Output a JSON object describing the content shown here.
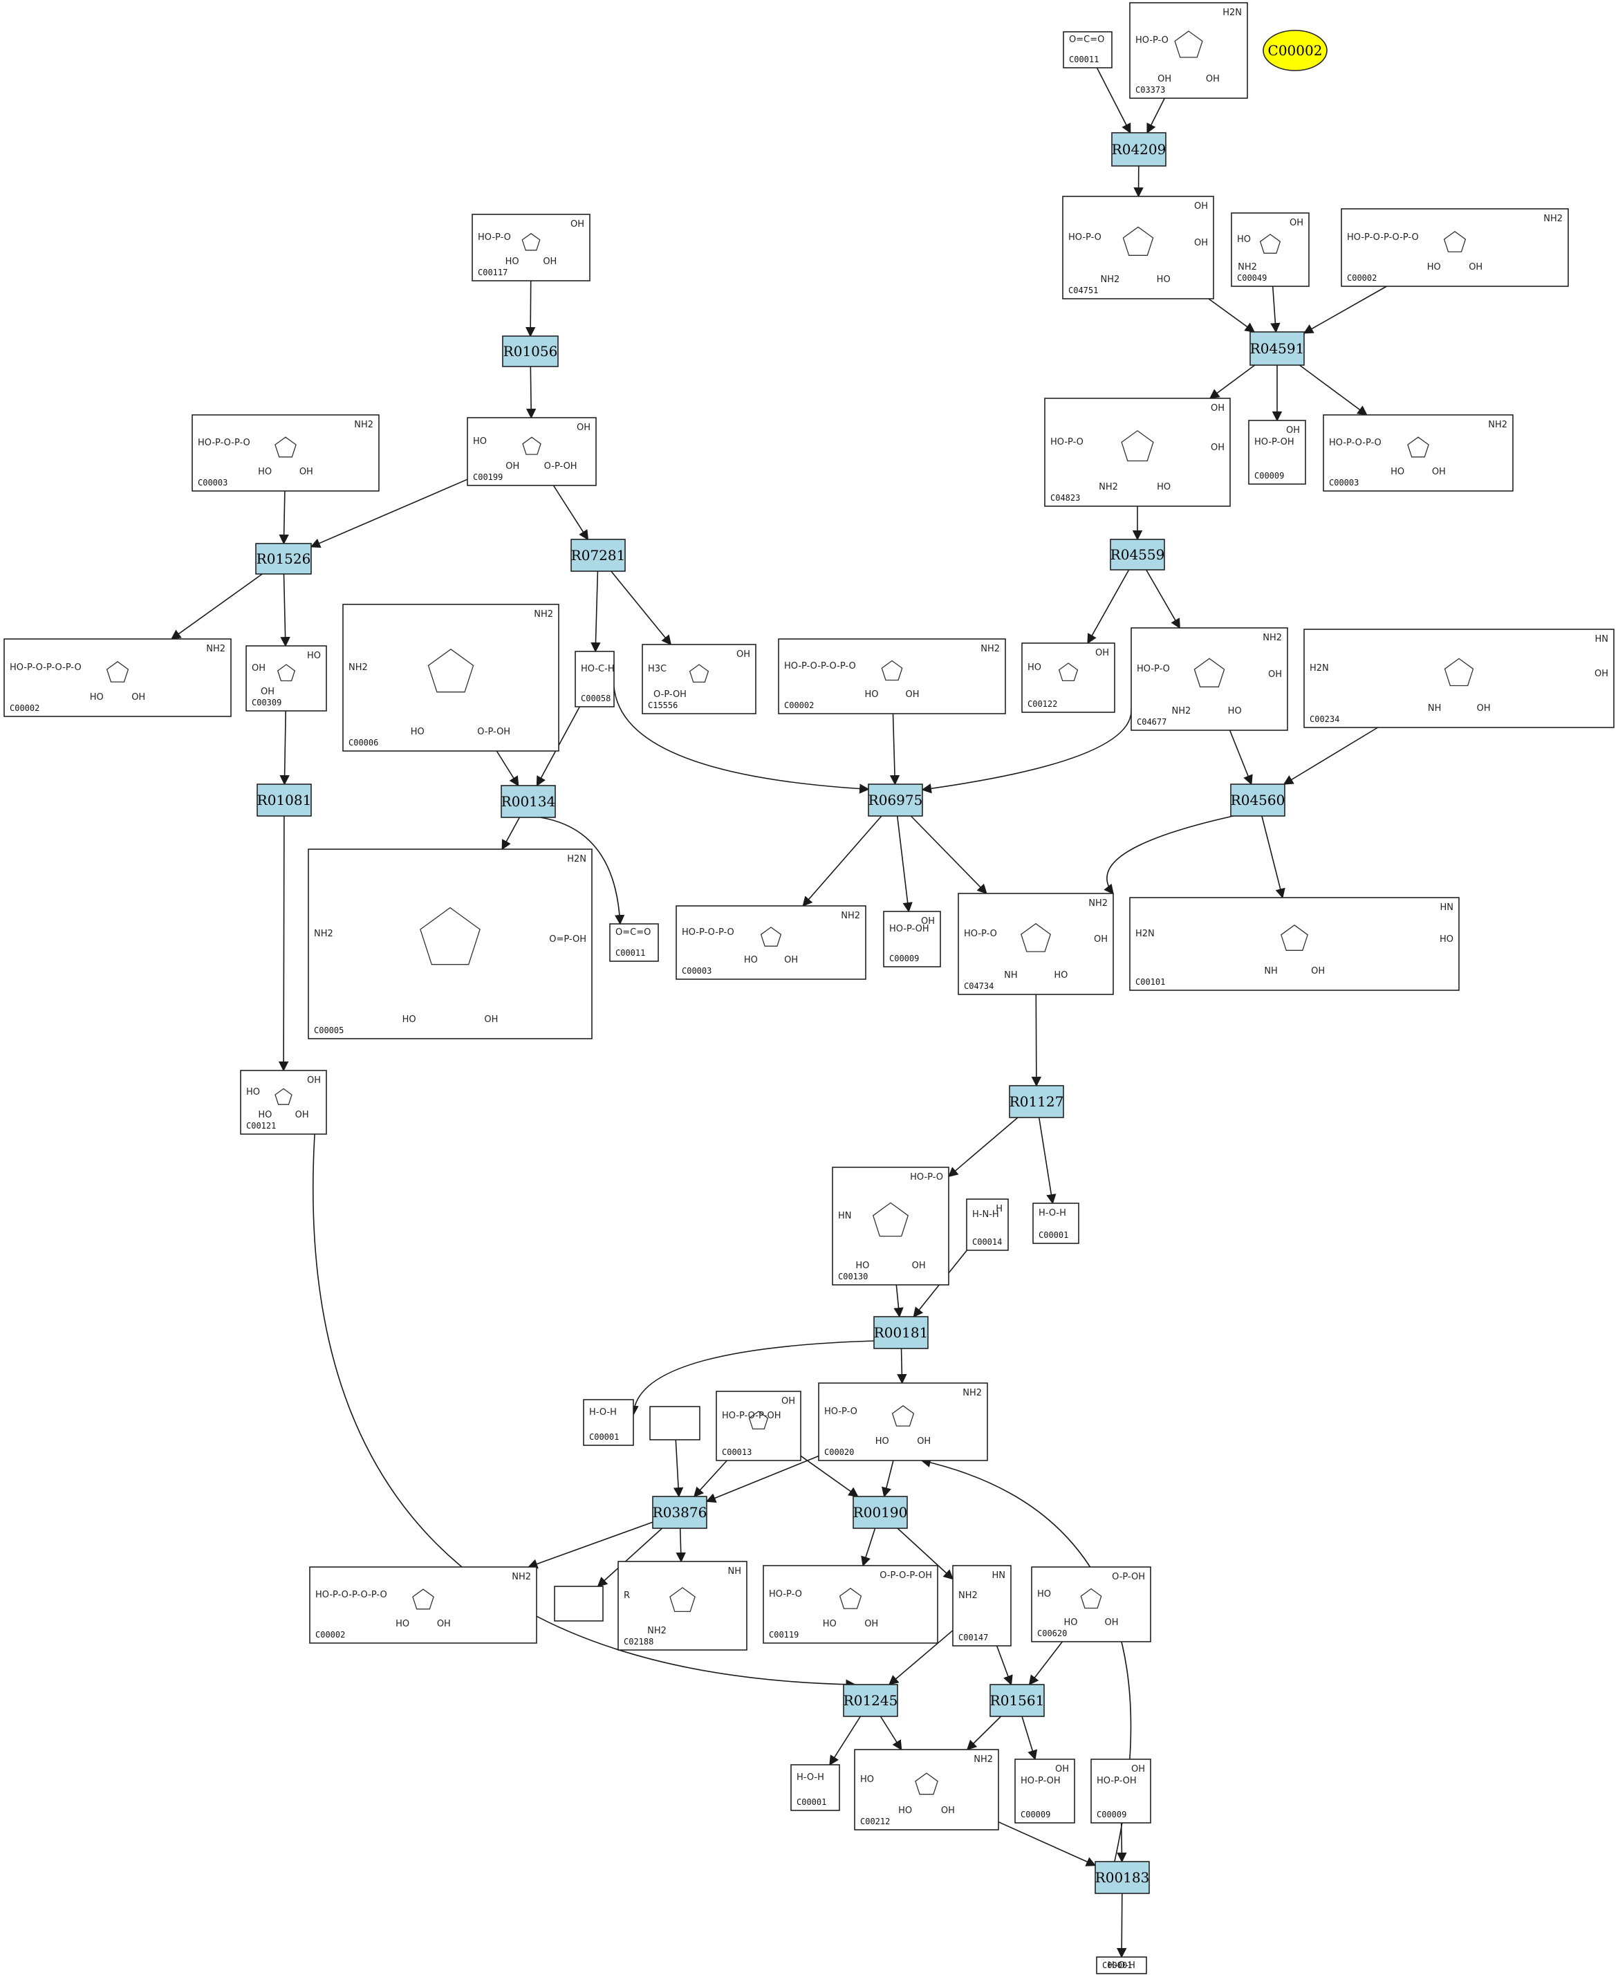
{
  "colors": {
    "reaction_fill": "#add8e6",
    "highlight_fill": "#ffff00",
    "edge": "#1a1a1a",
    "box_border": "#222222"
  },
  "highlight_compound": {
    "label": "C00002"
  },
  "reactions": [
    {
      "id": "R04209",
      "label": "R04209"
    },
    {
      "id": "R01056",
      "label": "R01056"
    },
    {
      "id": "R04591",
      "label": "R04591"
    },
    {
      "id": "R01526",
      "label": "R01526"
    },
    {
      "id": "R07281",
      "label": "R07281"
    },
    {
      "id": "R04559",
      "label": "R04559"
    },
    {
      "id": "R01081",
      "label": "R01081"
    },
    {
      "id": "R00134",
      "label": "R00134"
    },
    {
      "id": "R06975",
      "label": "R06975"
    },
    {
      "id": "R04560",
      "label": "R04560"
    },
    {
      "id": "R01127",
      "label": "R01127"
    },
    {
      "id": "R00181",
      "label": "R00181"
    },
    {
      "id": "R03876",
      "label": "R03876"
    },
    {
      "id": "R00190",
      "label": "R00190"
    },
    {
      "id": "R01245",
      "label": "R01245"
    },
    {
      "id": "R01561",
      "label": "R01561"
    },
    {
      "id": "R00183",
      "label": "R00183"
    }
  ],
  "compounds": [
    {
      "id": "n_c00011_top",
      "label": "C00011",
      "structure": [
        "O=C=O"
      ]
    },
    {
      "id": "n_c03373",
      "label": "C03373",
      "structure": [
        "HO-P-O",
        "H2N",
        "OH",
        "OH"
      ]
    },
    {
      "id": "n_c00117",
      "label": "C00117",
      "structure": [
        "HO-P-O",
        "OH",
        "HO",
        "OH"
      ]
    },
    {
      "id": "n_c04751",
      "label": "C04751",
      "structure": [
        "HO-P-O",
        "OH",
        "NH2",
        "HO",
        "OH"
      ]
    },
    {
      "id": "n_c00049",
      "label": "C00049",
      "structure": [
        "HO",
        "OH",
        "NH2"
      ]
    },
    {
      "id": "n_c00002_top",
      "label": "C00002",
      "structure": [
        "HO-P-O-P-O-P-O",
        "NH2",
        "HO",
        "OH"
      ]
    },
    {
      "id": "n_c00003_left",
      "label": "C00003",
      "structure": [
        "HO-P-O-P-O",
        "NH2",
        "HO",
        "OH"
      ]
    },
    {
      "id": "n_c00199",
      "label": "C00199",
      "structure": [
        "HO",
        "OH",
        "OH",
        "O-P-OH"
      ]
    },
    {
      "id": "n_c04823",
      "label": "C04823",
      "structure": [
        "HO-P-O",
        "OH",
        "NH2",
        "HO",
        "OH"
      ]
    },
    {
      "id": "n_c00009_a",
      "label": "C00009",
      "structure": [
        "HO-P-OH",
        "OH"
      ]
    },
    {
      "id": "n_c00003_right",
      "label": "C00003",
      "structure": [
        "HO-P-O-P-O",
        "NH2",
        "HO",
        "OH"
      ]
    },
    {
      "id": "n_c00002_left",
      "label": "C00002",
      "structure": [
        "HO-P-O-P-O-P-O",
        "NH2",
        "HO",
        "OH"
      ]
    },
    {
      "id": "n_c00309",
      "label": "C00309",
      "structure": [
        "OH",
        "HO",
        "OH"
      ]
    },
    {
      "id": "n_c00006",
      "label": "C00006",
      "structure": [
        "NH2",
        "NH2",
        "HO",
        "O-P-OH"
      ]
    },
    {
      "id": "n_c00058",
      "label": "C00058",
      "structure": [
        "HO-C-H"
      ]
    },
    {
      "id": "n_c15556",
      "label": "C15556",
      "structure": [
        "H3C",
        "OH",
        "O-P-OH"
      ]
    },
    {
      "id": "n_c00002_mid",
      "label": "C00002",
      "structure": [
        "HO-P-O-P-O-P-O",
        "NH2",
        "HO",
        "OH"
      ]
    },
    {
      "id": "n_c00122",
      "label": "C00122",
      "structure": [
        "HO",
        "OH"
      ]
    },
    {
      "id": "n_c04677",
      "label": "C04677",
      "structure": [
        "HO-P-O",
        "NH2",
        "NH2",
        "HO",
        "OH"
      ]
    },
    {
      "id": "n_c00234",
      "label": "C00234",
      "structure": [
        "H2N",
        "HN",
        "NH",
        "OH",
        "OH"
      ]
    },
    {
      "id": "n_c00005",
      "label": "C00005",
      "structure": [
        "NH2",
        "H2N",
        "HO",
        "OH",
        "O=P-OH"
      ]
    },
    {
      "id": "n_c00011_mid",
      "label": "C00011",
      "structure": [
        "O=C=O"
      ]
    },
    {
      "id": "n_c00003_mid",
      "label": "C00003",
      "structure": [
        "HO-P-O-P-O",
        "NH2",
        "HO",
        "OH"
      ]
    },
    {
      "id": "n_c00009_b",
      "label": "C00009",
      "structure": [
        "HO-P-OH",
        "OH"
      ]
    },
    {
      "id": "n_c04734",
      "label": "C04734",
      "structure": [
        "HO-P-O",
        "NH2",
        "NH",
        "HO",
        "OH"
      ]
    },
    {
      "id": "n_c00101",
      "label": "C00101",
      "structure": [
        "H2N",
        "HN",
        "NH",
        "OH",
        "HO"
      ]
    },
    {
      "id": "n_c00121",
      "label": "C00121",
      "structure": [
        "HO",
        "OH",
        "HO",
        "OH"
      ]
    },
    {
      "id": "n_c00130",
      "label": "C00130",
      "structure": [
        "HN",
        "HO-P-O",
        "HO",
        "OH"
      ]
    },
    {
      "id": "n_c00014",
      "label": "C00014",
      "structure": [
        "H-N-H",
        "H"
      ]
    },
    {
      "id": "n_c00001_a",
      "label": "C00001",
      "structure": [
        "H-O-H"
      ]
    },
    {
      "id": "n_c00001_b",
      "label": "C00001",
      "structure": [
        "H-O-H"
      ]
    },
    {
      "id": "n_empty_top",
      "label": "",
      "structure": []
    },
    {
      "id": "n_c00013",
      "label": "C00013",
      "structure": [
        "HO-P-O-P-OH",
        "OH"
      ]
    },
    {
      "id": "n_c00020",
      "label": "C00020",
      "structure": [
        "HO-P-O",
        "NH2",
        "HO",
        "OH"
      ]
    },
    {
      "id": "n_c00002_low",
      "label": "C00002",
      "structure": [
        "HO-P-O-P-O-P-O",
        "NH2",
        "HO",
        "OH"
      ]
    },
    {
      "id": "n_empty_low",
      "label": "",
      "structure": []
    },
    {
      "id": "n_c02188",
      "label": "C02188",
      "structure": [
        "R",
        "NH",
        "NH2"
      ]
    },
    {
      "id": "n_c00119",
      "label": "C00119",
      "structure": [
        "HO-P-O",
        "O-P-O-P-OH",
        "HO",
        "OH"
      ]
    },
    {
      "id": "n_c00147",
      "label": "C00147",
      "structure": [
        "NH2",
        "HN"
      ]
    },
    {
      "id": "n_c00620",
      "label": "C00620",
      "structure": [
        "HO",
        "O-P-OH",
        "HO",
        "OH"
      ]
    },
    {
      "id": "n_c00001_c",
      "label": "C00001",
      "structure": [
        "H-O-H"
      ]
    },
    {
      "id": "n_c00212",
      "label": "C00212",
      "structure": [
        "HO",
        "NH2",
        "HO",
        "OH"
      ]
    },
    {
      "id": "n_c00009_c",
      "label": "C00009",
      "structure": [
        "HO-P-OH",
        "OH"
      ]
    },
    {
      "id": "n_c00009_d",
      "label": "C00009",
      "structure": [
        "HO-P-OH",
        "OH"
      ]
    },
    {
      "id": "n_c00001_d",
      "label": "C00001",
      "structure": [
        "H-O-H"
      ]
    }
  ],
  "edges": [
    {
      "from": "n_c00011_top",
      "to": "R04209"
    },
    {
      "from": "n_c03373",
      "to": "R04209"
    },
    {
      "from": "R04209",
      "to": "n_c04751"
    },
    {
      "from": "n_c04751",
      "to": "R04591"
    },
    {
      "from": "n_c00049",
      "to": "R04591"
    },
    {
      "from": "n_c00002_top",
      "to": "R04591"
    },
    {
      "from": "R04591",
      "to": "n_c04823"
    },
    {
      "from": "R04591",
      "to": "n_c00009_a"
    },
    {
      "from": "R04591",
      "to": "n_c00003_right"
    },
    {
      "from": "n_c04823",
      "to": "R04559"
    },
    {
      "from": "R04559",
      "to": "n_c00122"
    },
    {
      "from": "R04559",
      "to": "n_c04677"
    },
    {
      "from": "n_c00117",
      "to": "R01056"
    },
    {
      "from": "R01056",
      "to": "n_c00199"
    },
    {
      "from": "n_c00003_left",
      "to": "R01526"
    },
    {
      "from": "n_c00199",
      "to": "R01526"
    },
    {
      "from": "n_c00199",
      "to": "R07281"
    },
    {
      "from": "R01526",
      "to": "n_c00002_left"
    },
    {
      "from": "R01526",
      "to": "n_c00309"
    },
    {
      "from": "R07281",
      "to": "n_c00058"
    },
    {
      "from": "R07281",
      "to": "n_c15556"
    },
    {
      "from": "n_c00309",
      "to": "R01081"
    },
    {
      "from": "n_c00006",
      "to": "R00134"
    },
    {
      "from": "n_c00058",
      "to": "R00134"
    },
    {
      "from": "n_c00058",
      "to": "R06975"
    },
    {
      "from": "n_c00002_mid",
      "to": "R06975"
    },
    {
      "from": "n_c04677",
      "to": "R06975"
    },
    {
      "from": "n_c04677",
      "to": "R04560"
    },
    {
      "from": "n_c00234",
      "to": "R04560"
    },
    {
      "from": "R00134",
      "to": "n_c00005"
    },
    {
      "from": "R00134",
      "to": "n_c00011_mid"
    },
    {
      "from": "R06975",
      "to": "n_c00003_mid"
    },
    {
      "from": "R06975",
      "to": "n_c00009_b"
    },
    {
      "from": "R06975",
      "to": "n_c04734"
    },
    {
      "from": "R04560",
      "to": "n_c04734"
    },
    {
      "from": "R04560",
      "to": "n_c00101"
    },
    {
      "from": "R01081",
      "to": "n_c00121"
    },
    {
      "from": "n_c04734",
      "to": "R01127"
    },
    {
      "from": "R01127",
      "to": "n_c00130"
    },
    {
      "from": "R01127",
      "to": "n_c00001_a"
    },
    {
      "from": "n_c00130",
      "to": "R00181"
    },
    {
      "from": "n_c00014",
      "to": "R00181"
    },
    {
      "from": "R00181",
      "to": "n_c00001_b"
    },
    {
      "from": "R00181",
      "to": "n_c00020"
    },
    {
      "from": "n_empty_top",
      "to": "R03876"
    },
    {
      "from": "n_c00013",
      "to": "R03876"
    },
    {
      "from": "n_c00013",
      "to": "R00190"
    },
    {
      "from": "n_c00020",
      "to": "R03876"
    },
    {
      "from": "n_c00020",
      "to": "R00190"
    },
    {
      "from": "R03876",
      "to": "n_c00002_low"
    },
    {
      "from": "R03876",
      "to": "n_empty_low"
    },
    {
      "from": "R03876",
      "to": "n_c02188"
    },
    {
      "from": "R00190",
      "to": "n_c00119"
    },
    {
      "from": "R00190",
      "to": "n_c00147"
    },
    {
      "from": "n_c00121",
      "to": "R01245"
    },
    {
      "from": "n_c00147",
      "to": "R01245"
    },
    {
      "from": "n_c00147",
      "to": "R01561"
    },
    {
      "from": "n_c00620",
      "to": "R01561"
    },
    {
      "from": "R01245",
      "to": "n_c00001_c"
    },
    {
      "from": "R01245",
      "to": "n_c00212"
    },
    {
      "from": "R01561",
      "to": "n_c00212"
    },
    {
      "from": "R01561",
      "to": "n_c00009_c"
    },
    {
      "from": "n_c00212",
      "to": "R00183"
    },
    {
      "from": "n_c00009_d",
      "to": "R00183"
    },
    {
      "from": "R00183",
      "to": "n_c00001_d"
    },
    {
      "from": "R00183",
      "to": "n_c00020"
    }
  ]
}
